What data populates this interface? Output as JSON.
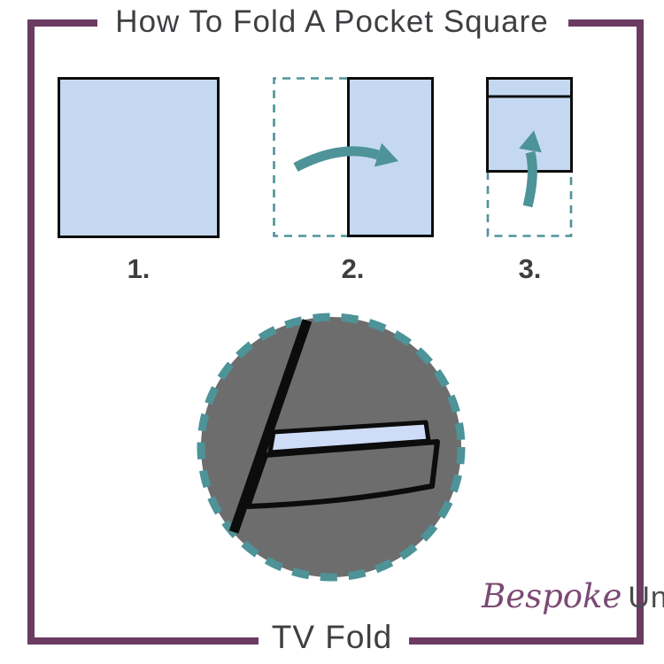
{
  "header": {
    "title": "How To Fold A Pocket Square"
  },
  "steps": {
    "labels": [
      "1.",
      "2.",
      "3."
    ]
  },
  "footer": {
    "fold_name": "TV Fold"
  },
  "logo": {
    "brand_script": "Bespoke",
    "brand_plain": "Unit"
  },
  "colors": {
    "frame_purple": "#6b3b62",
    "accent_teal": "#4d9398",
    "fabric_blue": "#c4d8f1",
    "pocket_square_blue": "#cedcf8",
    "circle_gray": "#6d6d6d",
    "outline_black": "#0c0c0c",
    "text_gray": "#3e3f42",
    "logo_purple": "#7b4a74",
    "logo_gray": "#4a4a4c"
  }
}
